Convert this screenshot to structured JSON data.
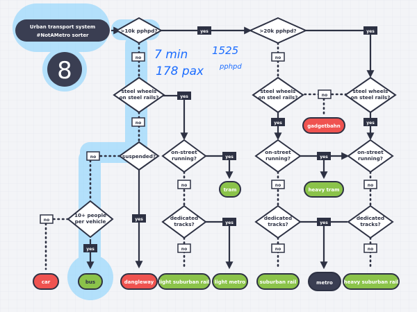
{
  "title": {
    "line1": "Urban transport system",
    "line2": "#NotAMetro sorter"
  },
  "step_number": "8",
  "decisions": {
    "gt10k": "&gt;10k pphpd?",
    "gt20k": "&gt;20k pphpd?",
    "steel_left": [
      "steel wheels",
      "on steel rails?"
    ],
    "steel_mid": [
      "steel wheels",
      "on steel rails?"
    ],
    "steel_right": [
      "steel wheels",
      "on steel rails?"
    ],
    "suspended": "suspended?",
    "people": [
      "10+ people",
      "per vehicle"
    ],
    "onstreet_a": [
      "on-street",
      "running?"
    ],
    "onstreet_b": [
      "on-street",
      "running?"
    ],
    "onstreet_c": [
      "on-street",
      "running?"
    ],
    "dedicated_a": [
      "dedicated",
      "tracks?"
    ],
    "dedicated_b": [
      "dedicated",
      "tracks?"
    ],
    "dedicated_c": [
      "dedicated",
      "tracks?"
    ]
  },
  "answers": {
    "yes": "yes",
    "no": "no"
  },
  "outcomes": {
    "car": "car",
    "bus": "bus",
    "dangleway": "dangleway",
    "light_suburban_rail": "light suburban rail",
    "light_metro": "light metro",
    "tram": "tram",
    "gadgetbahn": "gadgetbahn",
    "heavy_tram": "heavy tram",
    "suburban_rail": "suburban rail",
    "metro": "metro",
    "heavy_suburban_rail": "heavy suburban rail"
  },
  "annotations": {
    "line1": "7 min",
    "line2": "178 pax",
    "line3": "1525",
    "line4": "pphpd"
  },
  "colors": {
    "ink": "#2d3143",
    "red": "#ef5350",
    "green": "#8bc34a",
    "dark": "#3a3e52",
    "highlight": "#7fd0ff",
    "handwriting": "#1a6cff"
  }
}
